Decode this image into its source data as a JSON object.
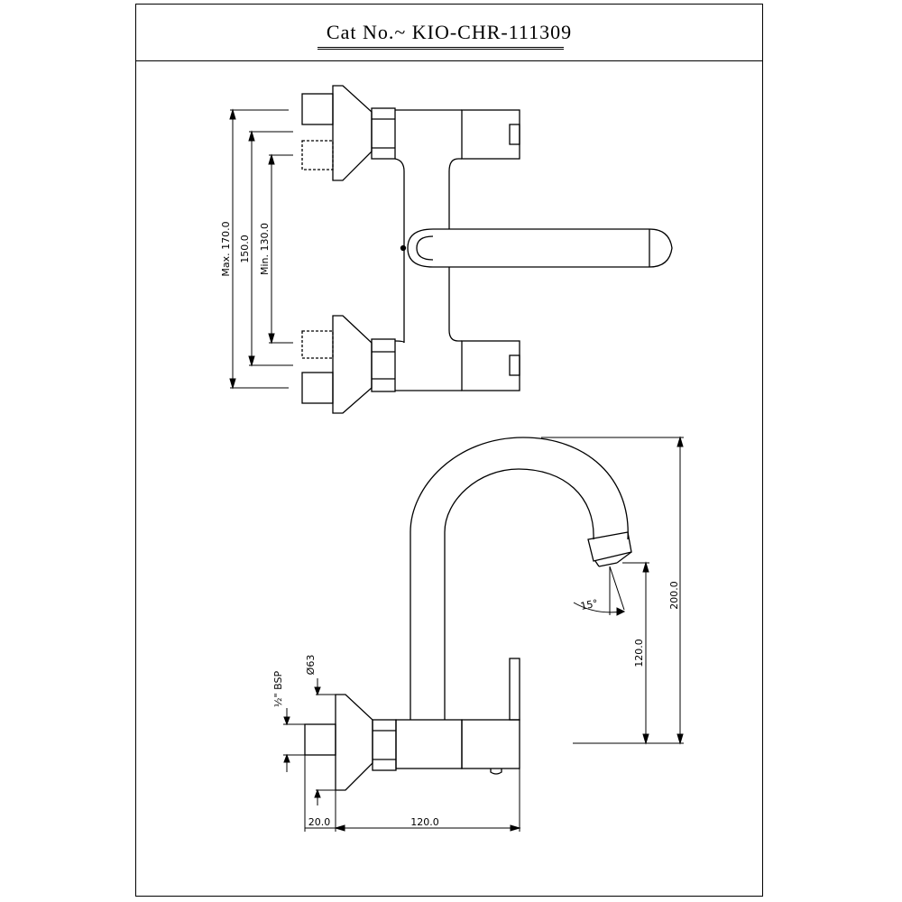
{
  "header": {
    "title": "Cat No.~ KIO-CHR-111309"
  },
  "dimensions": {
    "max_170": "Max. 170.0",
    "d_150": "150.0",
    "min_130": "Min. 130.0",
    "d_200": "200.0",
    "d_120_vertical": "120.0",
    "angle_15": "15°",
    "dia_63": "Ø63",
    "bsp": "½\" BSP",
    "d_20": "20.0",
    "d_120_horizontal": "120.0"
  },
  "colors": {
    "line": "#000000",
    "background": "#ffffff"
  }
}
